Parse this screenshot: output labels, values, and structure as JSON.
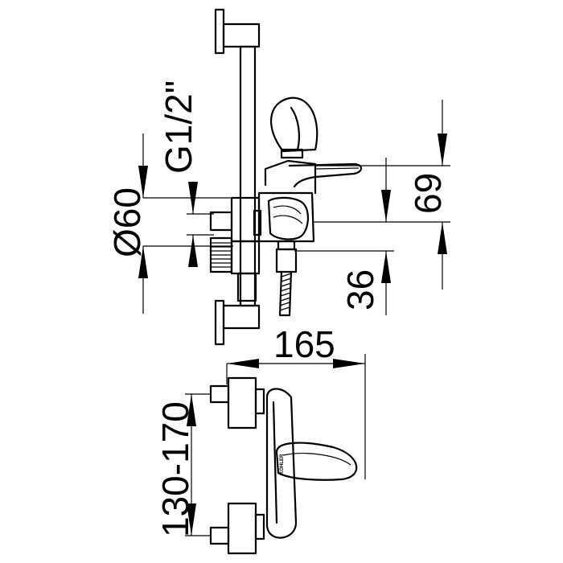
{
  "dimensions": {
    "thread": "G1/2\"",
    "diameter": "Ø60",
    "height_upper": "69",
    "height_lower": "36",
    "width": "165",
    "spacing": "130-170"
  },
  "brand_mark": "KOHLER"
}
